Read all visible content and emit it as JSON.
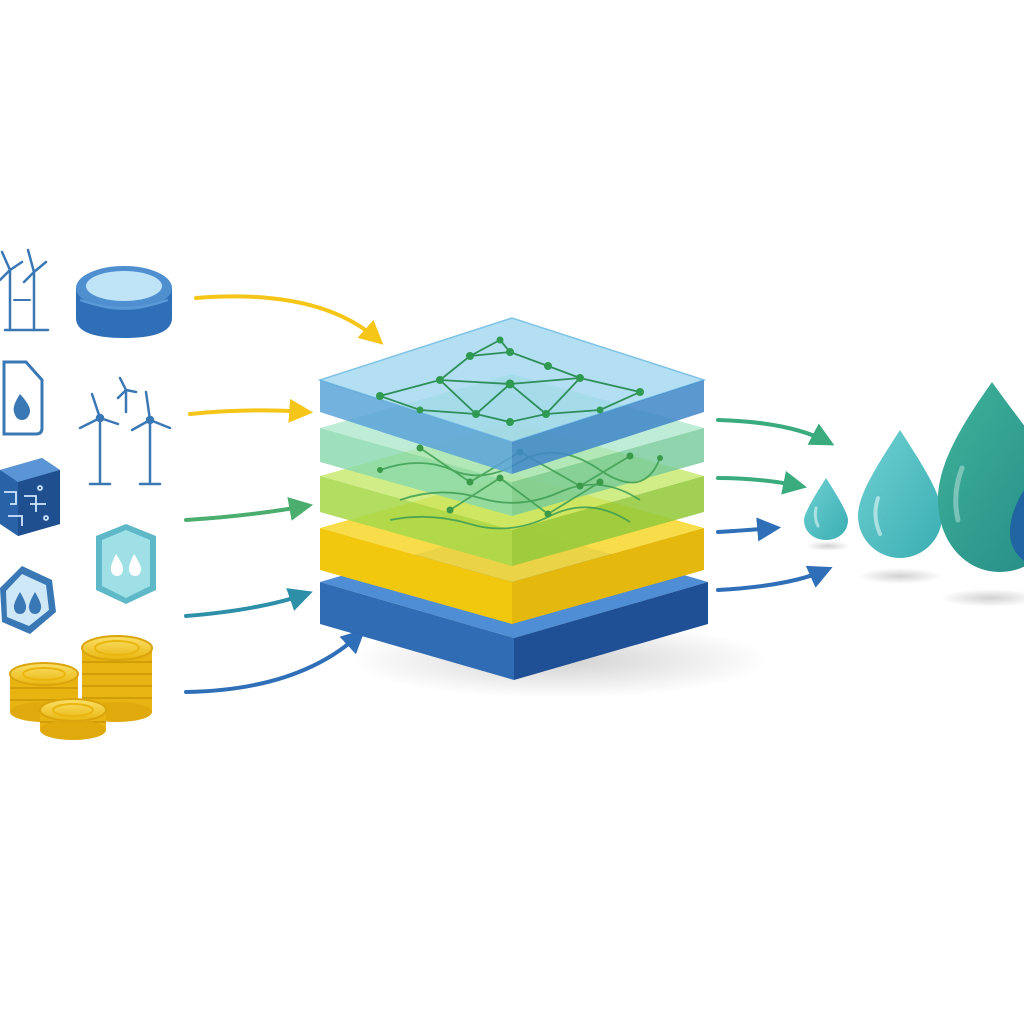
{
  "diagram": {
    "inputs": [
      {
        "icon": "wind-turbines-icon",
        "color": "#3a78b5"
      },
      {
        "icon": "water-tank-icon",
        "color": "#2f6fb8"
      },
      {
        "icon": "water-drop-tag-icon",
        "color": "#3a78b5"
      },
      {
        "icon": "wind-turbines-icon",
        "color": "#3a78b5"
      },
      {
        "icon": "circuit-chip-icon",
        "color": "#2f6fb8"
      },
      {
        "icon": "water-hexagon-icon",
        "color": "#5fb8c8"
      },
      {
        "icon": "water-hexagon-icon",
        "color": "#3a78b5"
      },
      {
        "icon": "coin-stacks-icon",
        "color": "#f2c318"
      }
    ],
    "input_arrows": [
      "#f5c518",
      "#f5c518",
      "#4cae6e",
      "#2e8fa8",
      "#2f6fb8"
    ],
    "layers": [
      {
        "name": "network-layer",
        "color": "#8ed0ec"
      },
      {
        "name": "green-layer",
        "color": "#9fe0b8"
      },
      {
        "name": "lime-layer",
        "color": "#b8e35a"
      },
      {
        "name": "yellow-layer",
        "color": "#f5d52a"
      },
      {
        "name": "base-layer",
        "color": "#2f72b8"
      }
    ],
    "output_arrows": [
      "#3aab7c",
      "#3aab7c",
      "#2f6fb8",
      "#2f6fb8"
    ],
    "outputs": [
      {
        "icon": "water-drop-icon",
        "color": "#4bbcbf"
      },
      {
        "icon": "water-drop-icon",
        "color": "#3fb2b6"
      },
      {
        "icon": "water-drop-icon",
        "color": "#2a9e8e"
      }
    ]
  }
}
